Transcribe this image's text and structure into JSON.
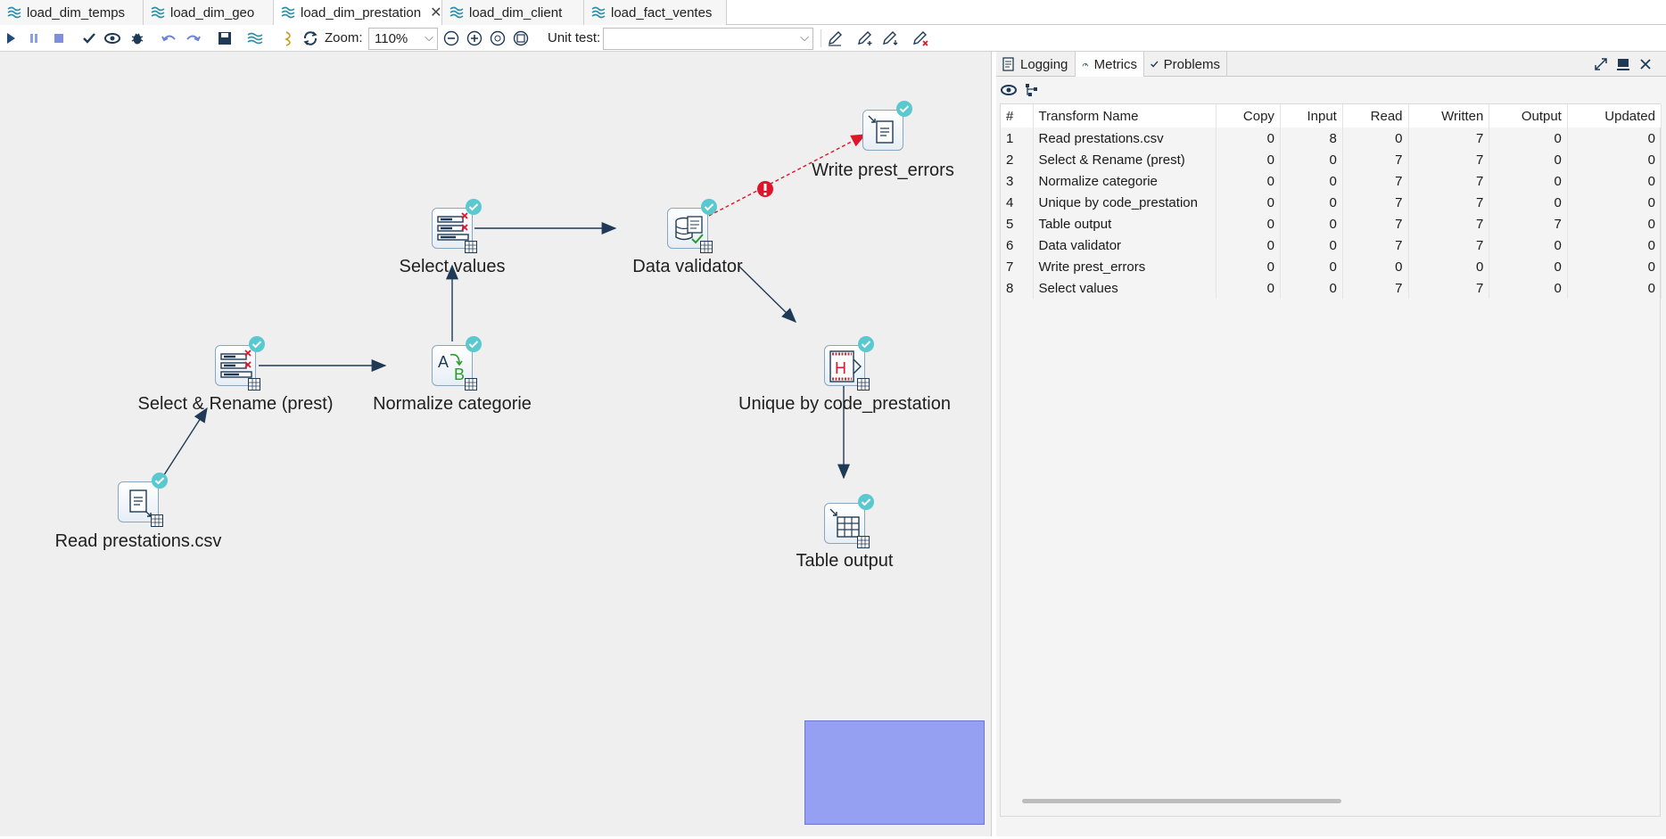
{
  "tabs": [
    {
      "label": "load_dim_temps",
      "active": false
    },
    {
      "label": "load_dim_geo",
      "active": false
    },
    {
      "label": "load_dim_prestation",
      "active": true
    },
    {
      "label": "load_dim_client",
      "active": false
    },
    {
      "label": "load_fact_ventes",
      "active": false
    }
  ],
  "toolbar": {
    "zoom_label": "Zoom:",
    "zoom_value": "110%",
    "unit_test_label": "Unit test:",
    "unit_test_value": ""
  },
  "canvas": {
    "nodes": {
      "read": "Read prestations.csv",
      "select_rename": "Select & Rename (prest)",
      "normalize": "Normalize categorie",
      "select_values": "Select values",
      "validator": "Data validator",
      "write_errors": "Write prest_errors",
      "unique": "Unique by code_prestation",
      "table_output": "Table output"
    }
  },
  "panel": {
    "tabs": [
      "Logging",
      "Metrics",
      "Problems"
    ],
    "active_tab": "Metrics",
    "columns": [
      "#",
      "Transform Name",
      "Copy",
      "Input",
      "Read",
      "Written",
      "Output",
      "Updated"
    ],
    "rows": [
      [
        "1",
        "Read prestations.csv",
        "0",
        "8",
        "0",
        "7",
        "0",
        "0"
      ],
      [
        "2",
        "Select & Rename (prest)",
        "0",
        "0",
        "7",
        "7",
        "0",
        "0"
      ],
      [
        "3",
        "Normalize categorie",
        "0",
        "0",
        "7",
        "7",
        "0",
        "0"
      ],
      [
        "4",
        "Unique by code_prestation",
        "0",
        "0",
        "7",
        "7",
        "0",
        "0"
      ],
      [
        "5",
        "Table output",
        "0",
        "0",
        "7",
        "7",
        "7",
        "0"
      ],
      [
        "6",
        "Data validator",
        "0",
        "0",
        "7",
        "7",
        "0",
        "0"
      ],
      [
        "7",
        "Write prest_errors",
        "0",
        "0",
        "0",
        "0",
        "0",
        "0"
      ],
      [
        "8",
        "Select values",
        "0",
        "0",
        "7",
        "7",
        "0",
        "0"
      ]
    ]
  },
  "colors": {
    "accent": "#2d8fa8",
    "ok_badge": "#5ac8cf",
    "error_badge": "#e0142a",
    "link": "#1f3a56",
    "error_link": "#e0142a",
    "minimap": "#95a0f2"
  }
}
